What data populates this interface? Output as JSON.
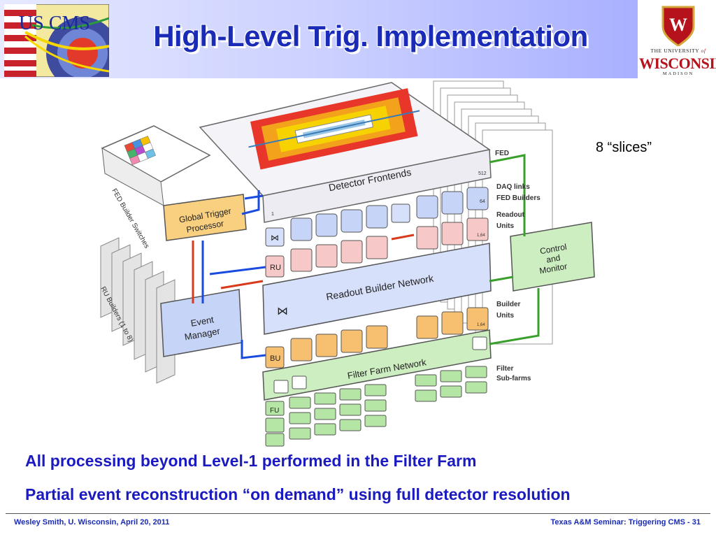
{
  "header": {
    "title": "High-Level Trig. Implementation",
    "logo_left": "US CMS",
    "logo_right": {
      "line1": "THE UNIVERSITY",
      "line1b": "of",
      "line2": "WISCONSIN",
      "line3": "MADISON",
      "crest_letter": "W"
    }
  },
  "diagram": {
    "blocks": {
      "detector_frontends": "Detector Frontends",
      "global_trigger_line1": "Global Trigger",
      "global_trigger_line2": "Processor",
      "event_manager_line1": "Event",
      "event_manager_line2": "Manager",
      "readout_builder": "Readout Builder Network",
      "filter_farm": "Filter Farm Network",
      "control_line1": "Control",
      "control_line2": "and",
      "control_line3": "Monitor"
    },
    "side_labels": {
      "fed": "FED",
      "daq_links": "DAQ links",
      "fed_builders": "FED Builders",
      "readout_line1": "Readout",
      "readout_line2": "Units",
      "builder_line1": "Builder",
      "builder_line2": "Units",
      "filter_line1": "Filter",
      "filter_line2": "Sub-farms"
    },
    "slanted_labels": {
      "fed_builder_switches": "FED Builder Switches",
      "ru_builders": "RU Builders (1 to 8)"
    },
    "row_labels": {
      "ru": "RU",
      "bu": "BU",
      "fu": "FU"
    },
    "small_numbers": {
      "n1": "1",
      "n512": "512",
      "n64": "64",
      "n164": "1,64"
    },
    "colors": {
      "detector": "#f4f4f8",
      "readout_network": "#d7e0fb",
      "filter_network": "#cdeec0",
      "trigger": "#f9cf80",
      "control": "#cdeec0",
      "ru_box": "#f7c8c8",
      "bu_box": "#f7c070",
      "fu_box": "#b6e6a6",
      "fed_box": "#c6d4f7",
      "arrow_blue": "#1a4be0",
      "arrow_red": "#d83a1c",
      "link_green": "#3aa02c"
    }
  },
  "notes": {
    "slices": "8 “slices”"
  },
  "bullets": [
    "All processing beyond Level-1 performed in the Filter Farm",
    "Partial event reconstruction “on demand” using full detector resolution"
  ],
  "footer": {
    "left": "Wesley Smith, U. Wisconsin, April 20, 2011",
    "right": "Texas A&M Seminar: Triggering CMS -  31"
  }
}
